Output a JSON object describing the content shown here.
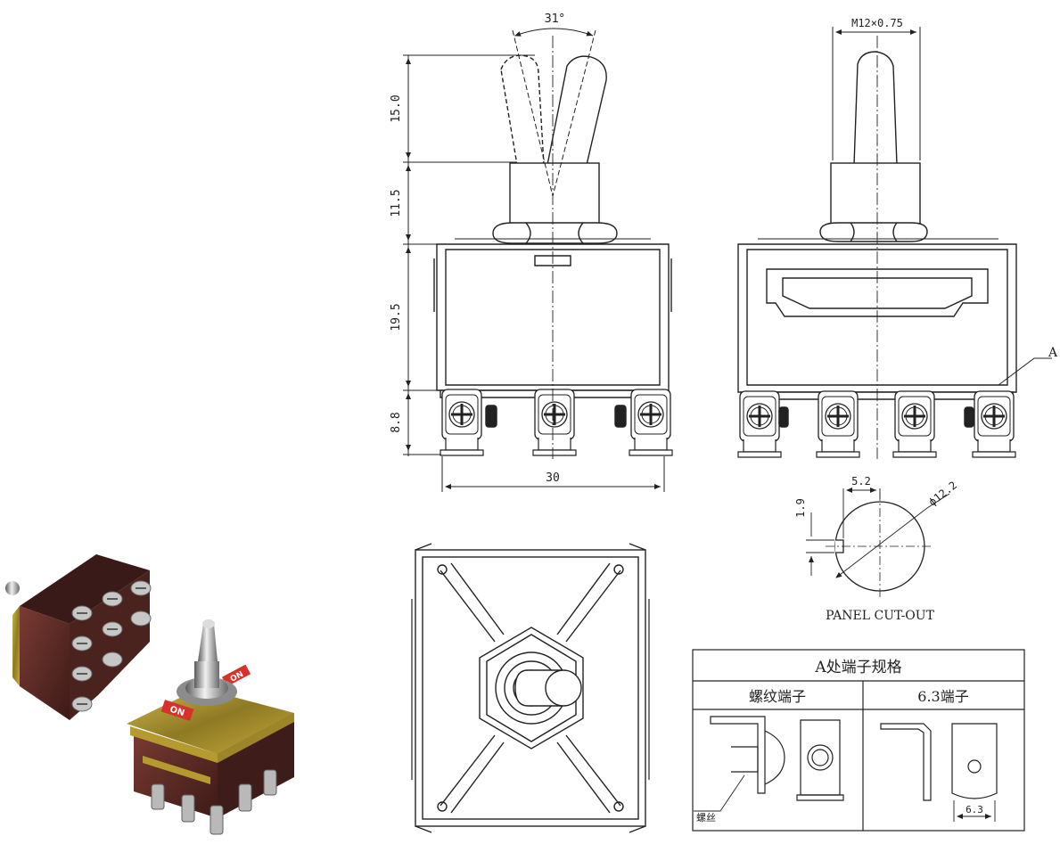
{
  "dimensions": {
    "angle": "31°",
    "thread": "M12×0.75",
    "lever_height": "15.0",
    "bushing_height": "11.5",
    "body_height": "19.5",
    "terminal_height": "8.8",
    "width": "30",
    "keyway_offset": "5.2",
    "keyway_width": "1.9",
    "hole_diameter": "ϕ12.2",
    "detail_marker": "A"
  },
  "cutout": {
    "caption": "PANEL CUT-OUT"
  },
  "terminal_table": {
    "title": "A处端子规格",
    "col1": "螺纹端子",
    "col2": "6.3端子",
    "screw_label": "螺丝",
    "tab_width": "6.3"
  },
  "photo": {
    "label_on_1": "ON",
    "label_on_2": "ON"
  },
  "colors": {
    "line": "#222222",
    "body_brown": "#5a2a25",
    "brass": "#a8902e",
    "label_red": "#d8302a"
  }
}
